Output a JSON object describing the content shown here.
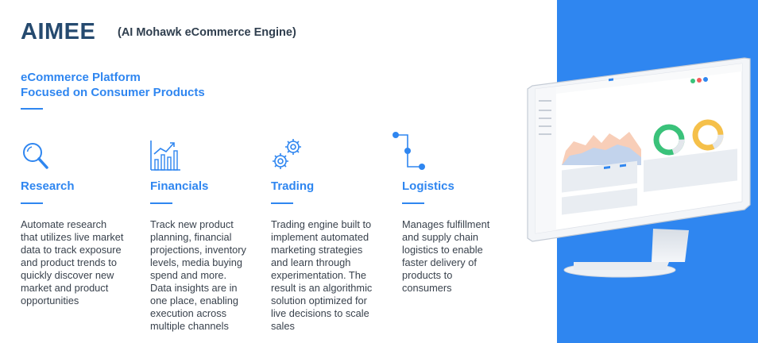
{
  "header": {
    "title": "AIMEE",
    "subtitle": "(AI Mohawk eCommerce Engine)"
  },
  "tagline": {
    "line1": "eCommerce Platform",
    "line2": "Focused on Consumer Products"
  },
  "features": [
    {
      "icon": "magnifier-icon",
      "heading": "Research",
      "body": [
        "Automate research",
        "that utilizes live market",
        "data to track exposure",
        "and product trends to",
        "quickly discover new",
        "market and product",
        "opportunities"
      ]
    },
    {
      "icon": "bar-chart-icon",
      "heading": "Financials",
      "body": [
        "Track new product",
        "planning, financial",
        "projections, inventory",
        "levels, media buying",
        "spend and more.",
        "Data insights are in",
        "one place, enabling",
        "execution across",
        "multiple channels"
      ]
    },
    {
      "icon": "gears-icon",
      "heading": "Trading",
      "body": [
        "Trading engine built to",
        "implement automated",
        "marketing strategies",
        "and learn through",
        "experimentation. The",
        "result is an algorithmic",
        "solution optimized for",
        "live decisions to scale",
        "sales"
      ]
    },
    {
      "icon": "route-icon",
      "heading": "Logistics",
      "body": [
        "Manages fulfillment",
        "and supply chain",
        "logistics to enable",
        "faster delivery of",
        "products to",
        "consumers"
      ]
    }
  ],
  "colors": {
    "accent": "#2f86f0",
    "title": "#254a6f",
    "body": "#39424d"
  }
}
